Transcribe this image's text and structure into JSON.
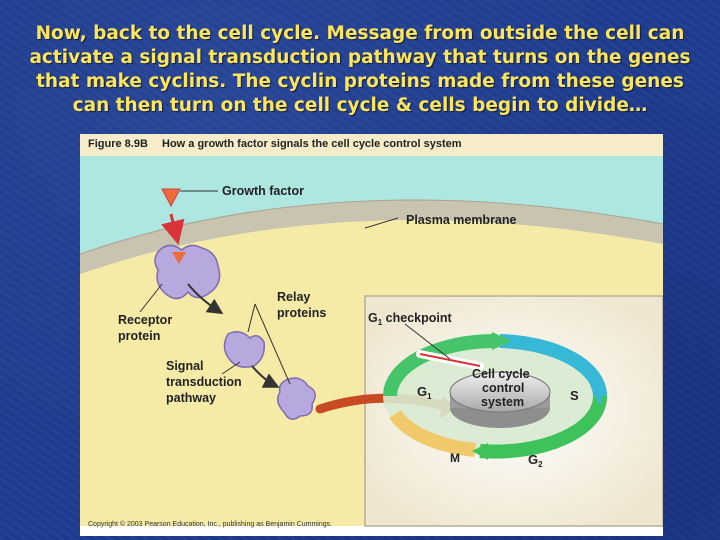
{
  "slide": {
    "caption": "Now, back to the cell cycle. Message from outside the cell can activate a signal transduction pathway that turns on the genes that make cyclins. The cyclin proteins made from these genes can then turn on the cell cycle & cells begin to divide…"
  },
  "figure": {
    "number": "Figure 8.9B",
    "title": "How a growth factor signals the cell cycle control system",
    "copyright": "Copyright © 2003 Pearson Education, Inc., publishing as Benjamin Cummings."
  },
  "labels": {
    "growth_factor": "Growth factor",
    "plasma_membrane": "Plasma membrane",
    "relay_proteins_1": "Relay",
    "relay_proteins_2": "proteins",
    "receptor_1": "Receptor",
    "receptor_2": "protein",
    "signal_1": "Signal",
    "signal_2": "transduction",
    "signal_3": "pathway",
    "checkpoint_main": "G",
    "checkpoint_sub": "1",
    "checkpoint_rest": " checkpoint",
    "control_1": "Cell cycle",
    "control_2": "control",
    "control_3": "system",
    "g1_main": "G",
    "g1_sub": "1",
    "s": "S",
    "g2_main": "G",
    "g2_sub": "2",
    "m": "M"
  },
  "colors": {
    "extracellular": "#aee6e2",
    "membrane": "#c9c4b0",
    "cytoplasm": "#f6eba6",
    "nucleus": "#f5efe0",
    "protein": "#b7a8de",
    "signal_arrow": "#c84a23",
    "cycle_green": "#3ec25c"
  }
}
